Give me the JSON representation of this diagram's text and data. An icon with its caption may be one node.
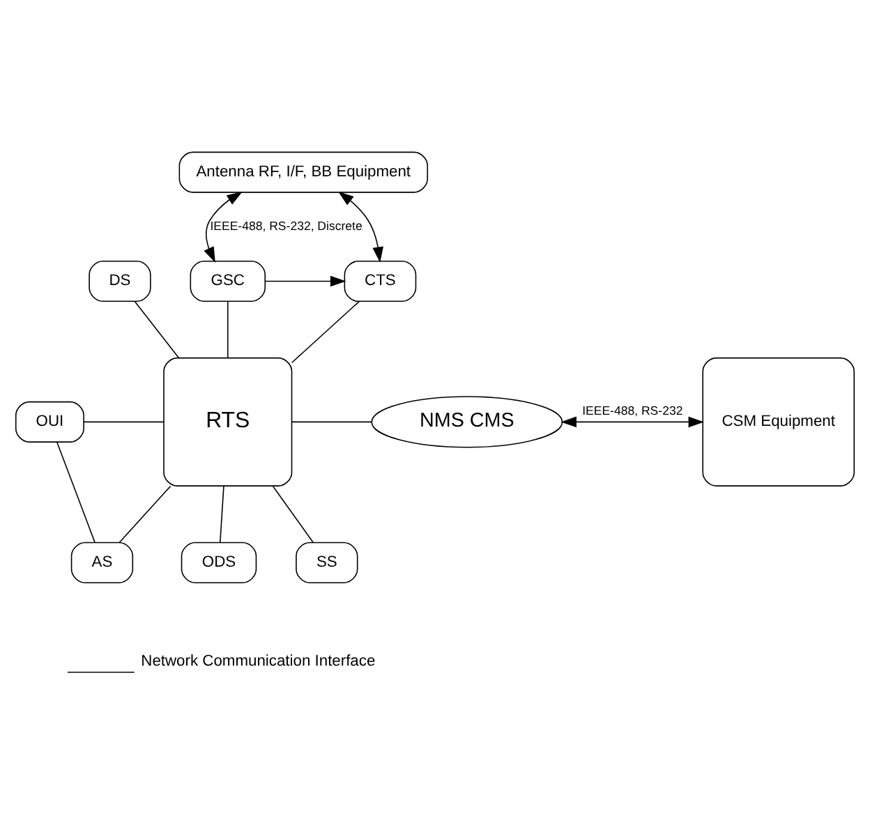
{
  "diagram": {
    "nodes": [
      {
        "text": [
          "Antenna RF, I/F, BB Equipment"
        ]
      },
      {
        "text": [
          "DS"
        ]
      },
      {
        "text": [
          "CTS"
        ]
      },
      {
        "text": [
          "GSC"
        ]
      },
      {
        "text": [
          "OUI"
        ]
      },
      {
        "text": [
          "RTS"
        ]
      },
      {
        "text": [
          "NMS CMS"
        ]
      },
      {
        "text": [
          "CSM Equipment"
        ]
      },
      {
        "text": [
          "AS"
        ]
      },
      {
        "text": [
          "SS"
        ]
      },
      {
        "text": [
          "ODS"
        ]
      }
    ],
    "edges": [
      {
        "from": 0,
        "to": 2,
        "arrow": "both"
      },
      {
        "from": 3,
        "to": 0,
        "arrow": "both",
        "label": "IEEE-488, RS-232, Discrete"
      },
      {
        "from": 3,
        "to": 2,
        "arrow": "to"
      },
      {
        "from": 1,
        "to": 5,
        "arrow": "none"
      },
      {
        "from": 2,
        "to": 5,
        "arrow": "none"
      },
      {
        "from": 3,
        "to": 5,
        "arrow": "none"
      },
      {
        "from": 4,
        "to": 5,
        "arrow": "none"
      },
      {
        "from": 4,
        "to": 8,
        "arrow": "none"
      },
      {
        "from": 5,
        "to": 6,
        "arrow": "none"
      },
      {
        "from": 6,
        "to": 7,
        "arrow": "both",
        "label": "IEEE-488, RS-232"
      },
      {
        "from": 5,
        "to": 8,
        "arrow": "none"
      },
      {
        "from": 5,
        "to": 9,
        "arrow": "none"
      },
      {
        "from": 5,
        "to": 10,
        "arrow": "none"
      }
    ],
    "legend": [
      {
        "text": "Network Communication Interface"
      }
    ]
  }
}
